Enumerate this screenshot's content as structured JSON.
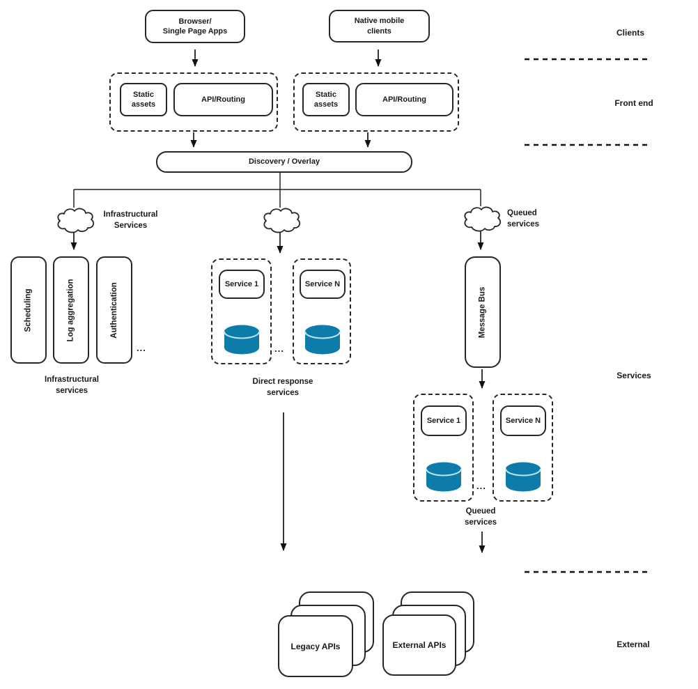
{
  "diagram": {
    "clients": {
      "browser_label": "Browser/\nSingle Page Apps",
      "native_label": "Native mobile\nclients"
    },
    "front_end": {
      "static_assets_label": "Static\nassets",
      "api_routing_label": "API/Routing"
    },
    "discovery_label": "Discovery / Overlay",
    "branches": {
      "infra_cloud_label": "Infrastructural\nServices",
      "queued_cloud_label": "Queued\nservices"
    },
    "infrastructure": {
      "items": [
        "Scheduling",
        "Log aggregation",
        "Authentication"
      ],
      "ellipsis": "...",
      "caption": "Infrastructural\nservices"
    },
    "direct_response": {
      "service1": "Service 1",
      "serviceN": "Service N",
      "ellipsis": "...",
      "caption": "Direct response\nservices"
    },
    "message_bus_label": "Message Bus",
    "queued": {
      "service1": "Service 1",
      "serviceN": "Service N",
      "ellipsis": "...",
      "caption": "Queued\nservices"
    },
    "external": {
      "legacy_label": "Legacy APIs",
      "external_label": "External APIs"
    },
    "layers": [
      "Clients",
      "Front end",
      "Services",
      "External"
    ],
    "colors": {
      "database_fill": "#0E7CA8",
      "database_highlight": "#BFE5F0",
      "stroke": "#262626"
    }
  }
}
